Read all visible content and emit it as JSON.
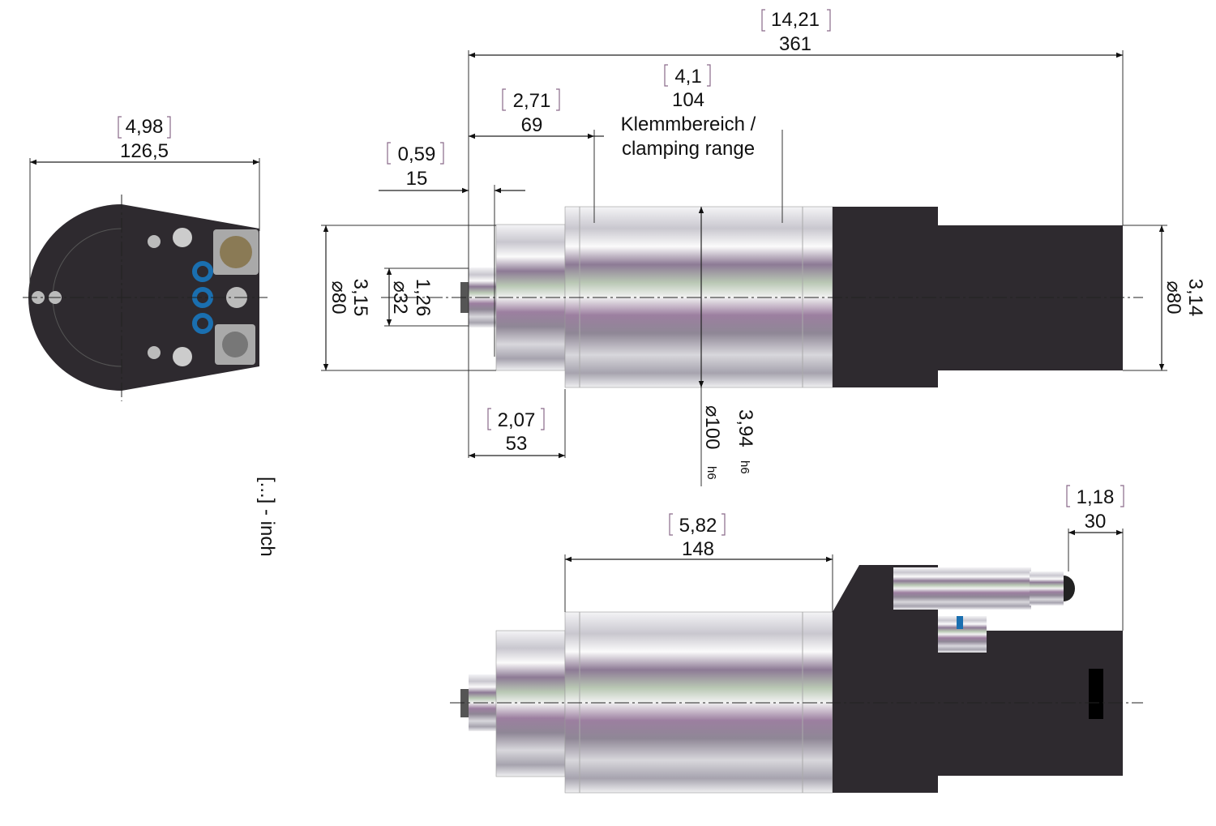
{
  "title": "Spindle motor dimension drawing",
  "units_note": "[...] - inch",
  "dimensions": {
    "overall_length": {
      "inch": "14,21",
      "mm": "361"
    },
    "clamping_range": {
      "inch": "4,1",
      "mm": "104",
      "label_de": "Klemmbereich /",
      "label_en": "clamping range"
    },
    "front_length": {
      "inch": "2,71",
      "mm": "69"
    },
    "shaft_offset": {
      "inch": "0,59",
      "mm": "15"
    },
    "nose_length": {
      "inch": "2,07",
      "mm": "53"
    },
    "front_diameter": {
      "inch": "3,15",
      "mm": "⌀80"
    },
    "shaft_diameter": {
      "inch": "1,26",
      "mm": "⌀32"
    },
    "body_diameter": {
      "inch": "3,94",
      "mm": "⌀100",
      "tol": "h6"
    },
    "motor_diameter": {
      "inch": "3,14",
      "mm": "⌀80"
    },
    "end_width": {
      "inch": "4,98",
      "mm": "126,5"
    },
    "body_length": {
      "inch": "5,82",
      "mm": "148"
    },
    "connector_length": {
      "inch": "1,18",
      "mm": "30"
    }
  },
  "colors": {
    "body": "#2e2a2f",
    "accent_blue": "#1a6fb0"
  }
}
